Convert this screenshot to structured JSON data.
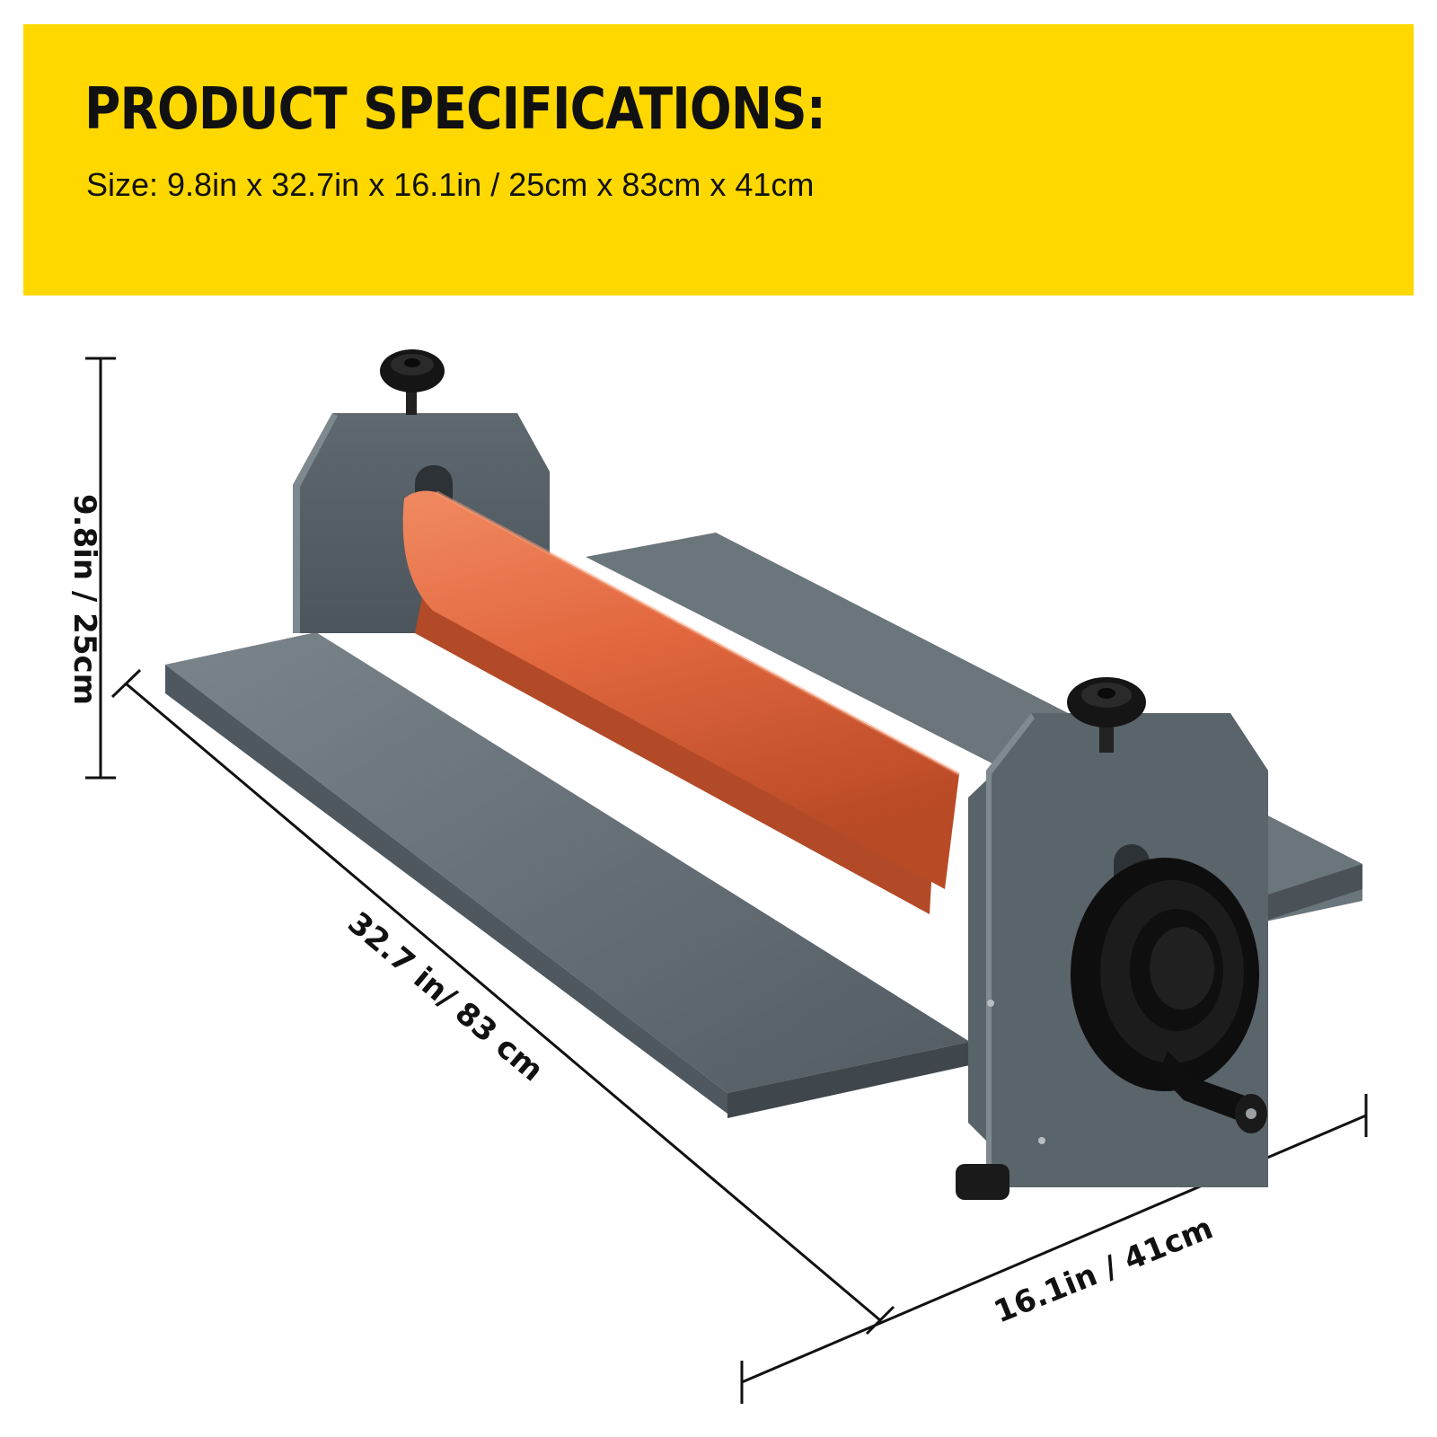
{
  "header": {
    "title": "PRODUCT SPECIFICATIONS:",
    "size_line": "Size: 9.8in x 32.7in x 16.1in / 25cm x 83cm x 41cm"
  },
  "dimensions": {
    "height": "9.8in / 25cm",
    "length": "32.7 in/ 83 cm",
    "width": "16.1in / 41cm"
  },
  "colors": {
    "banner": "#FFD800",
    "roller": "#E2683F",
    "body": "#5C666D",
    "text": "#111111"
  }
}
